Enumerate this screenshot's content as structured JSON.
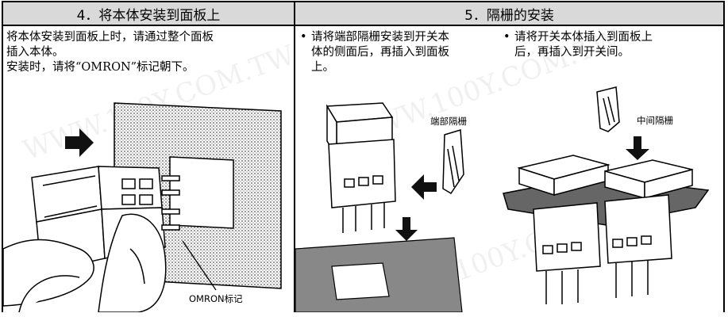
{
  "left_section": {
    "header": "4．将本体安装到面板上",
    "paragraph_lines": [
      "将本体安装到面板上时，请通过整个面板",
      "插入本体。",
      "安装时，请将“OMRON”标记朝下。"
    ],
    "callout": "OMRON标记"
  },
  "right_section": {
    "header": "5．隔栅的安装",
    "bullet_1_lines": [
      "请将端部隔栅安装到开关本",
      "体的侧面后，再插入到面板",
      "上。"
    ],
    "bullet_2_lines": [
      "请将开关本体插入到面板上",
      "后，再插入到开关间。"
    ],
    "end_barrier_label": "端部隔栅",
    "middle_barrier_label": "中间隔栅"
  },
  "watermark_text": "WWW.100Y.COM.TW"
}
